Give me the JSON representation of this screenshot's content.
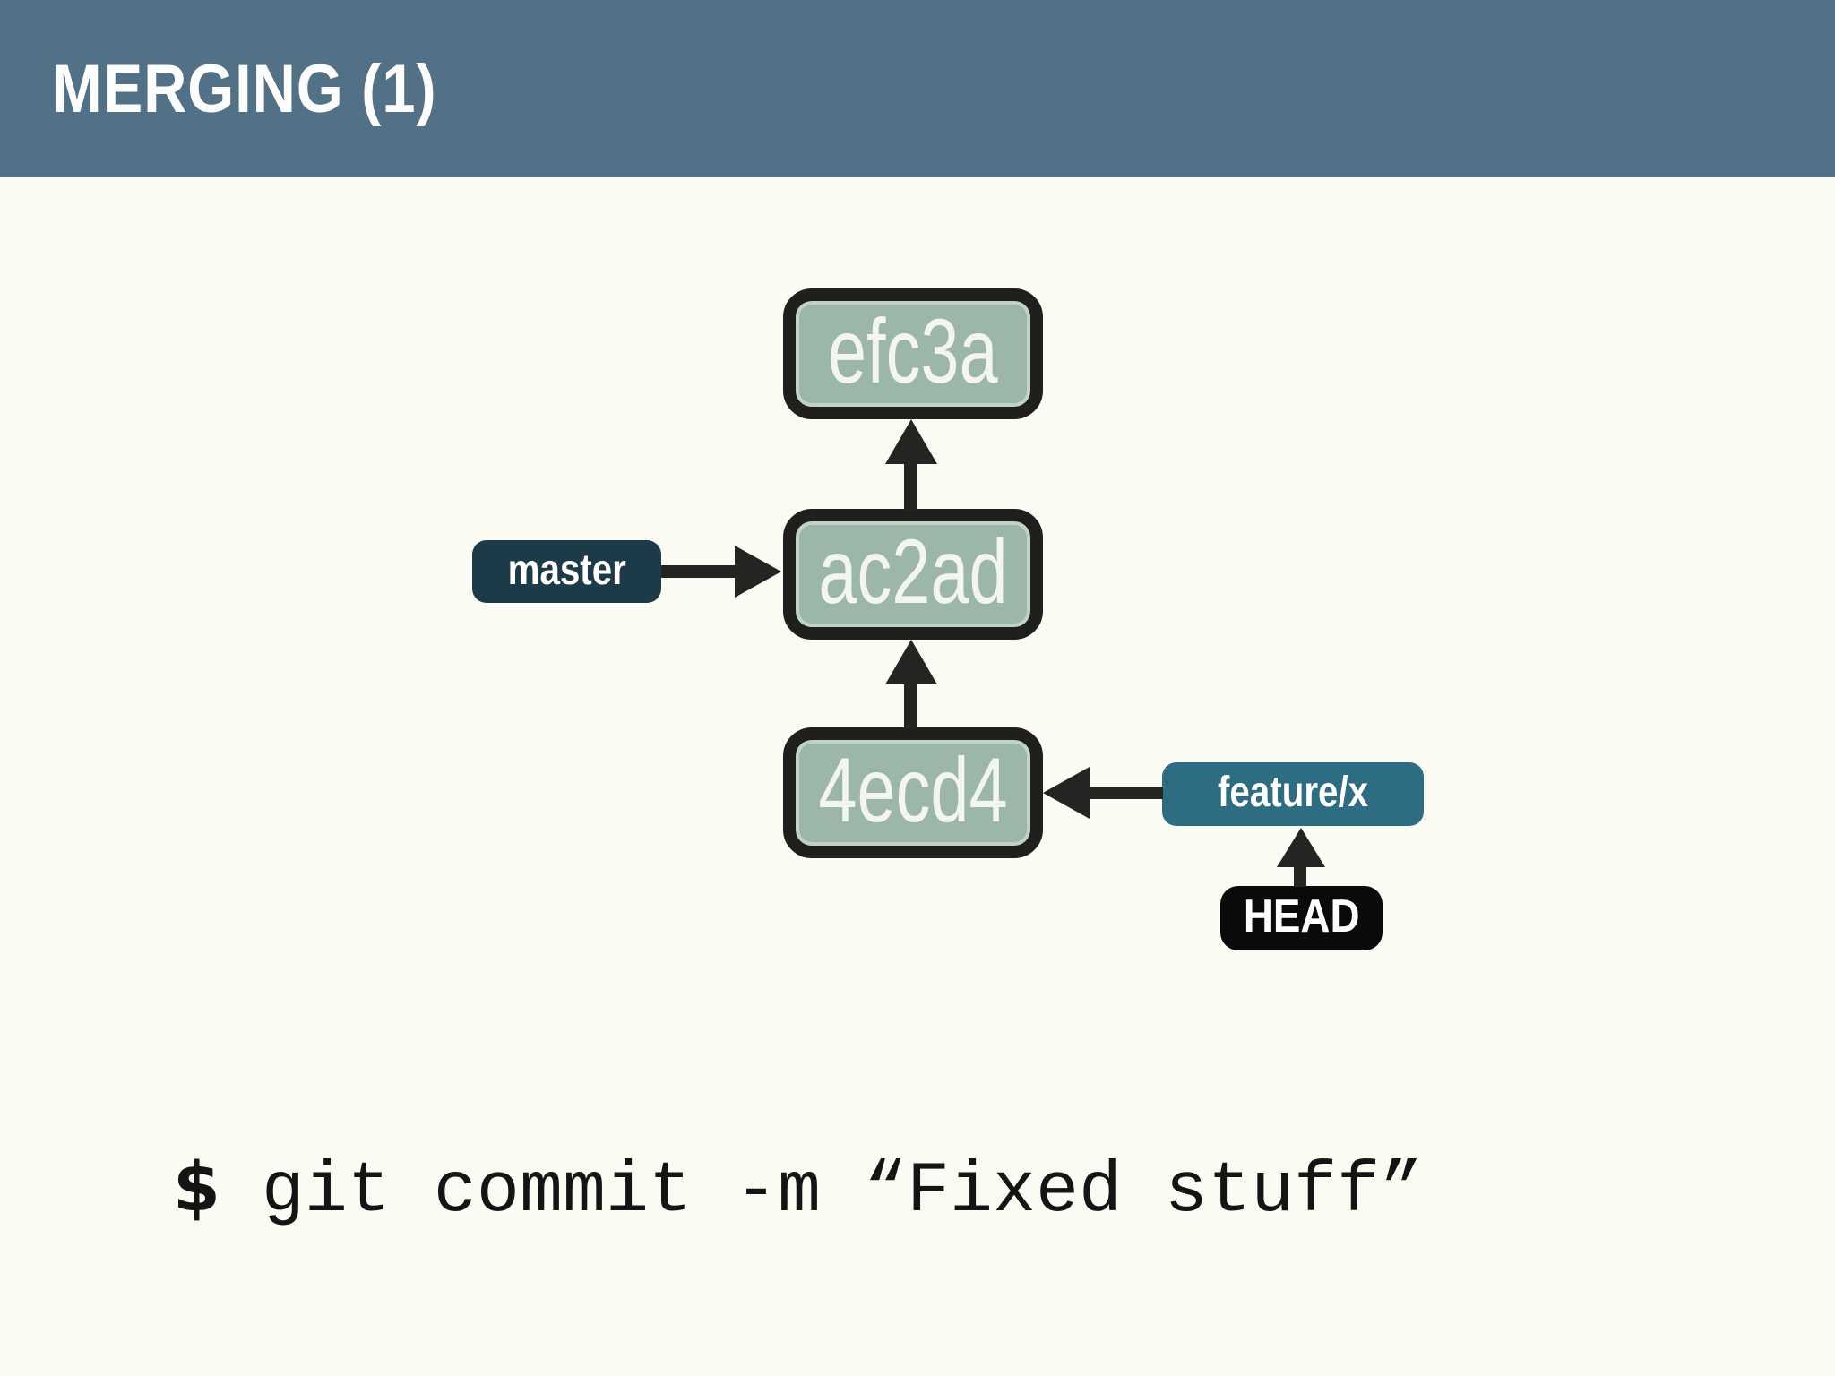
{
  "header": {
    "title": "MERGING (1)"
  },
  "diagram": {
    "commits": [
      {
        "id": "efc3a"
      },
      {
        "id": "ac2ad"
      },
      {
        "id": "4ecd4"
      }
    ],
    "refs": [
      {
        "label": "master",
        "points_to": "ac2ad"
      },
      {
        "label": "feature/x",
        "points_to": "4ecd4"
      },
      {
        "label": "HEAD",
        "points_to": "feature/x"
      }
    ]
  },
  "terminal": {
    "prompt": "$",
    "command": "git commit -m “Fixed stuff”"
  },
  "colors": {
    "header_bg": "#527086",
    "slide_bg": "#fbfbf3",
    "commit_fill": "#9cb7a7",
    "commit_border": "#1f1f1d",
    "master_bg": "#1d3a49",
    "feature_bg": "#2e6c81",
    "head_bg": "#0a0a0a",
    "arrow": "#242422",
    "label_text": "#ffffff"
  }
}
